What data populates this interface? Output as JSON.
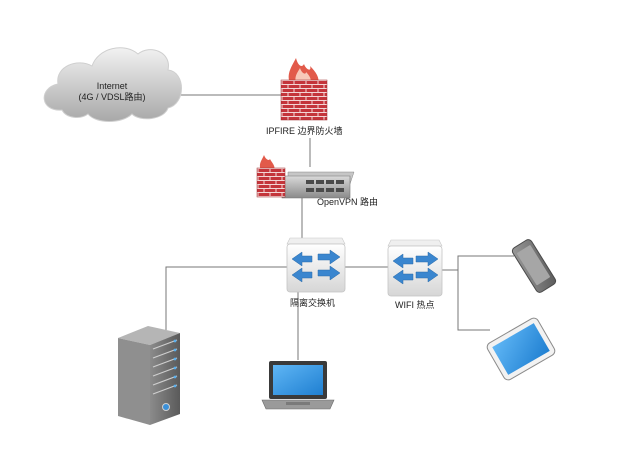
{
  "nodes": {
    "internet": {
      "line1": "Internet",
      "line2": "(4G / VDSL路由)"
    },
    "firewall": {
      "label": "IPFIRE 边界防火墙"
    },
    "vpn_router": {
      "label": "OpenVPN 路由"
    },
    "switch": {
      "label": "隔离交换机"
    },
    "wifi": {
      "label": "WIFI 热点"
    }
  },
  "colors": {
    "line": "#777777",
    "cloud_light": "#e6e6e6",
    "cloud_dark": "#a9a9a9",
    "brick": "#c2343a",
    "switch_arrow": "#3a86cf",
    "screen": "#2e8ee0"
  }
}
